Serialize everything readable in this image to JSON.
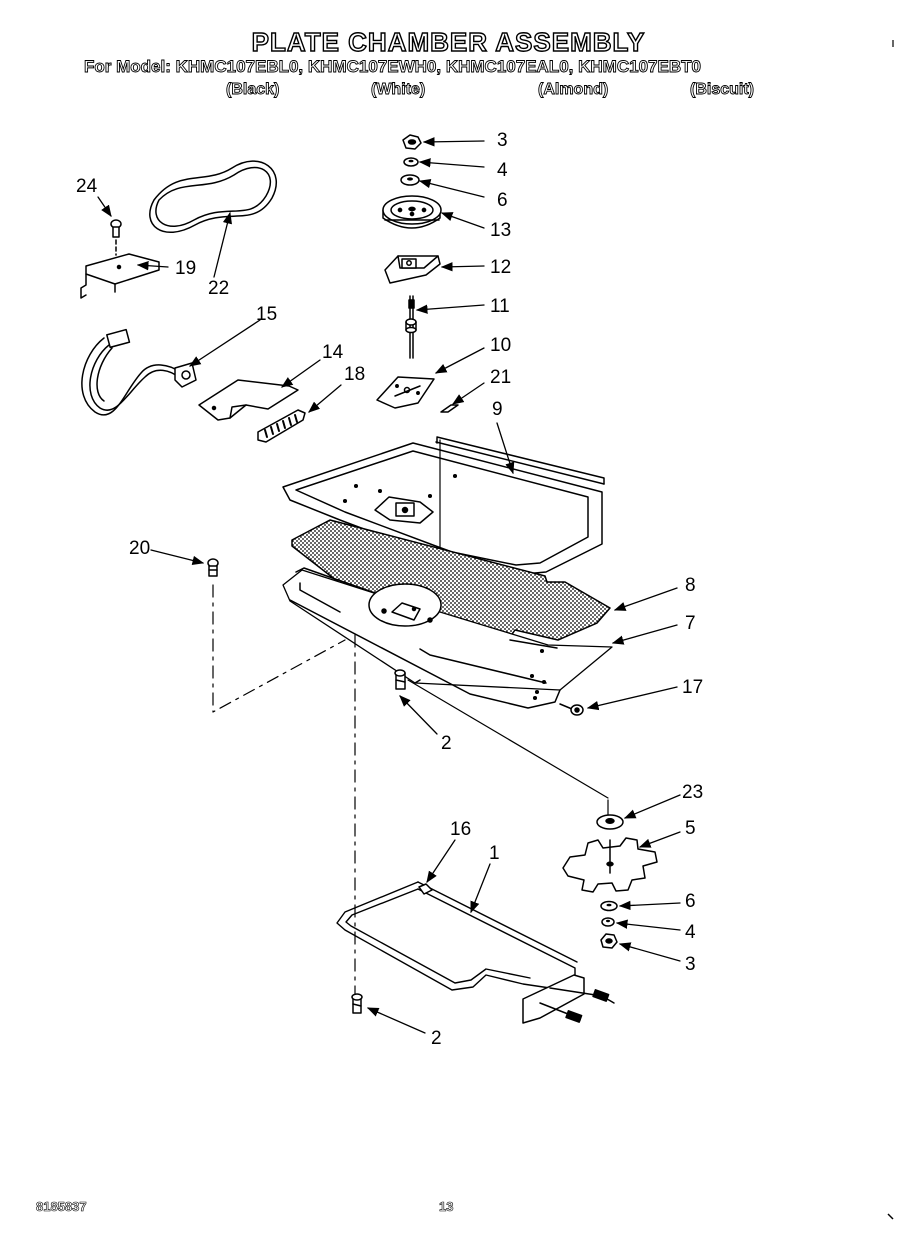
{
  "header": {
    "title": "PLATE CHAMBER ASSEMBLY",
    "model_prefix": "For Model:",
    "models": [
      "KHMC107EBL0,",
      "KHMC107EWH0,",
      "KHMC107EAL0,",
      "KHMC107EBT0"
    ],
    "colors": [
      "(Black)",
      "(White)",
      "(Almond)",
      "(Biscuit)"
    ]
  },
  "callouts": [
    "3",
    "4",
    "6",
    "13",
    "12",
    "11",
    "10",
    "21",
    "9",
    "24",
    "19",
    "22",
    "15",
    "14",
    "18",
    "20",
    "8",
    "7",
    "17",
    "2",
    "23",
    "5",
    "6",
    "4",
    "3",
    "16",
    "1",
    "2"
  ],
  "footer": {
    "doc_number": "8185837",
    "page_number": "13"
  }
}
